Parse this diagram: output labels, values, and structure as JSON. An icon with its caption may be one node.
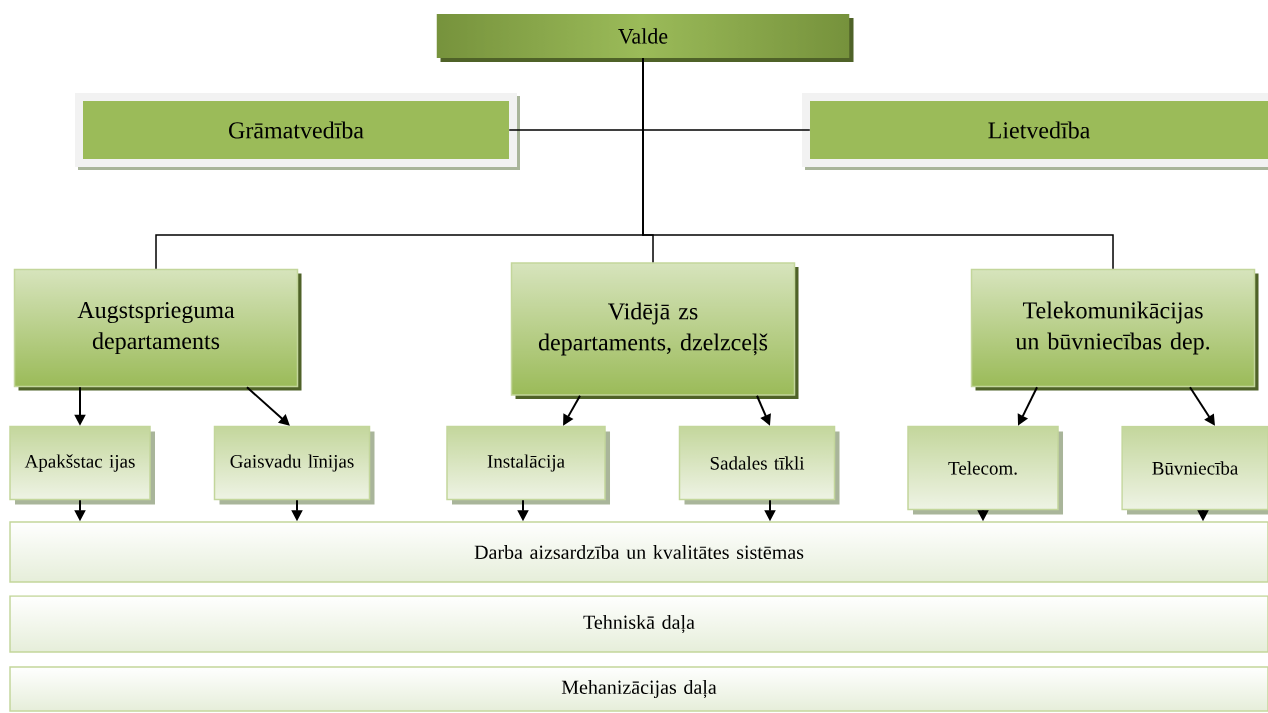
{
  "diagram": {
    "nodes": [
      {
        "text": [
          "Valde"
        ]
      },
      {
        "text": [
          "Grāmatvedība"
        ]
      },
      {
        "text": [
          "Lietvedība"
        ]
      },
      {
        "text": [
          "Augstsprieguma departaments"
        ]
      },
      {
        "text": [
          "Vidējā zs departaments, dzelzceļš"
        ]
      },
      {
        "text": [
          "Telekomunikācijas un būvniecības dep."
        ]
      },
      {
        "text": [
          "Apakšstac ijas"
        ]
      },
      {
        "text": [
          "Gaisvadu līnijas"
        ]
      },
      {
        "text": [
          "Instalācija"
        ]
      },
      {
        "text": [
          "Sadales tīkli"
        ]
      },
      {
        "text": [
          "Telecom."
        ]
      },
      {
        "text": [
          "Būvniecība"
        ]
      },
      {
        "text": [
          "Darba aizsardzība un kvalitātes sistēmas"
        ]
      },
      {
        "text": [
          "Tehniskā daļa"
        ]
      },
      {
        "text": [
          "Mehanizācijas daļa"
        ]
      }
    ],
    "edges": [
      {
        "from": 0,
        "to": 1,
        "arrow": "none"
      },
      {
        "from": 0,
        "to": 2,
        "arrow": "none"
      },
      {
        "from": 0,
        "to": 3,
        "arrow": "none"
      },
      {
        "from": 0,
        "to": 4,
        "arrow": "none"
      },
      {
        "from": 0,
        "to": 5,
        "arrow": "none"
      },
      {
        "from": 3,
        "to": 6,
        "arrow": "to"
      },
      {
        "from": 3,
        "to": 7,
        "arrow": "to"
      },
      {
        "from": 4,
        "to": 8,
        "arrow": "to"
      },
      {
        "from": 4,
        "to": 9,
        "arrow": "to"
      },
      {
        "from": 5,
        "to": 10,
        "arrow": "to"
      },
      {
        "from": 5,
        "to": 11,
        "arrow": "to"
      },
      {
        "from": 6,
        "to": 12,
        "arrow": "to"
      },
      {
        "from": 7,
        "to": 12,
        "arrow": "to"
      },
      {
        "from": 8,
        "to": 12,
        "arrow": "to"
      },
      {
        "from": 9,
        "to": 12,
        "arrow": "to"
      },
      {
        "from": 10,
        "to": 12,
        "arrow": "to"
      },
      {
        "from": 11,
        "to": 12,
        "arrow": "to"
      }
    ]
  }
}
